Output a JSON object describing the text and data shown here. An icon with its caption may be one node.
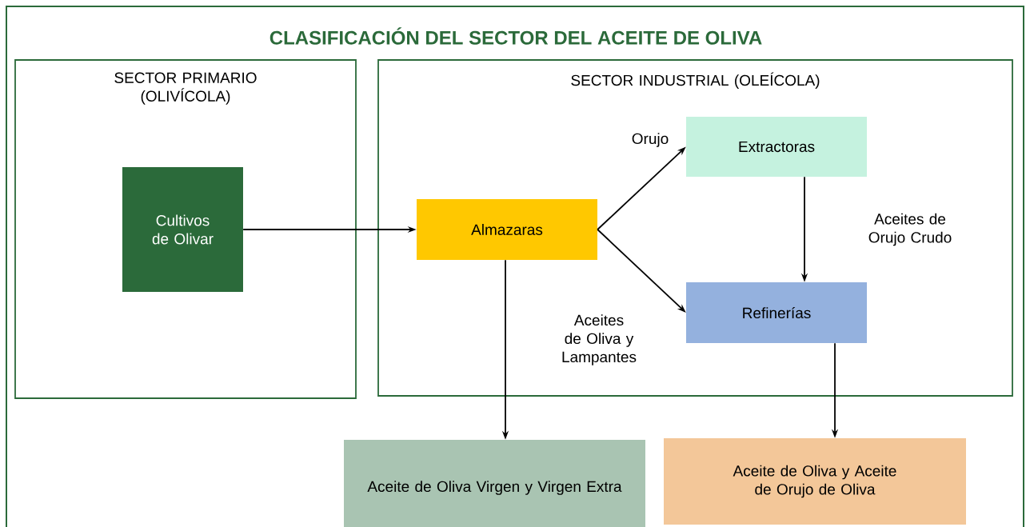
{
  "diagram": {
    "title": "CLASIFICACIÓN DEL SECTOR DEL ACEITE DE OLIVA",
    "nodes": [
      {
        "text": [
          "SECTOR PRIMARIO (OLIVÍCOLA)"
        ]
      },
      {
        "text": [
          "Cultivos de Olivar"
        ],
        "in": 0
      },
      {
        "text": [
          "SECTOR INDUSTRIAL (OLEÍCOLA)"
        ]
      },
      {
        "text": [
          "Almazaras"
        ],
        "in": 2
      },
      {
        "text": [
          "Extractoras"
        ],
        "in": 2
      },
      {
        "text": [
          "Refinerías"
        ],
        "in": 2
      },
      {
        "text": [
          "Aceite de Oliva Virgen y Virgen Extra"
        ]
      },
      {
        "text": [
          "Aceite de Oliva y Aceite de Orujo de Oliva"
        ]
      }
    ],
    "edges": [
      {
        "from": 1,
        "to": 3,
        "arrow": "to"
      },
      {
        "from": 3,
        "to": 4,
        "arrow": "to",
        "label": "Orujo"
      },
      {
        "from": 3,
        "to": 5,
        "arrow": "to",
        "label": "Aceites de Oliva y Lampantes"
      },
      {
        "from": 4,
        "to": 5,
        "arrow": "to",
        "label": "Aceites de Orujo Crudo"
      },
      {
        "from": 3,
        "to": 6,
        "arrow": "to"
      },
      {
        "from": 5,
        "to": 7,
        "arrow": "to"
      }
    ]
  }
}
